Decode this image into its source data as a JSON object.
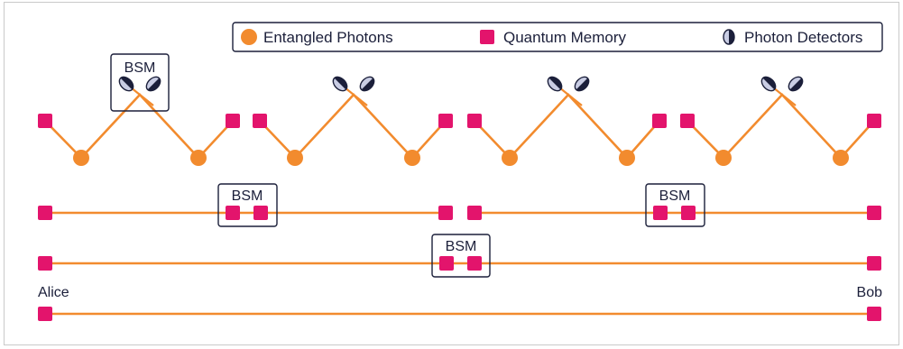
{
  "legend": {
    "entangled_photons": "Entangled Photons",
    "quantum_memory": "Quantum Memory",
    "photon_detectors": "Photon Detectors"
  },
  "bsm_label": "BSM",
  "endpoints": {
    "left": "Alice",
    "right": "Bob"
  },
  "colors": {
    "photon": "#f28b2e",
    "link": "#f28b2e",
    "memory": "#e3146c",
    "outline": "#1b1f3a",
    "detector_fill": "#c9cde4",
    "frame": "#c9c9c9"
  }
}
